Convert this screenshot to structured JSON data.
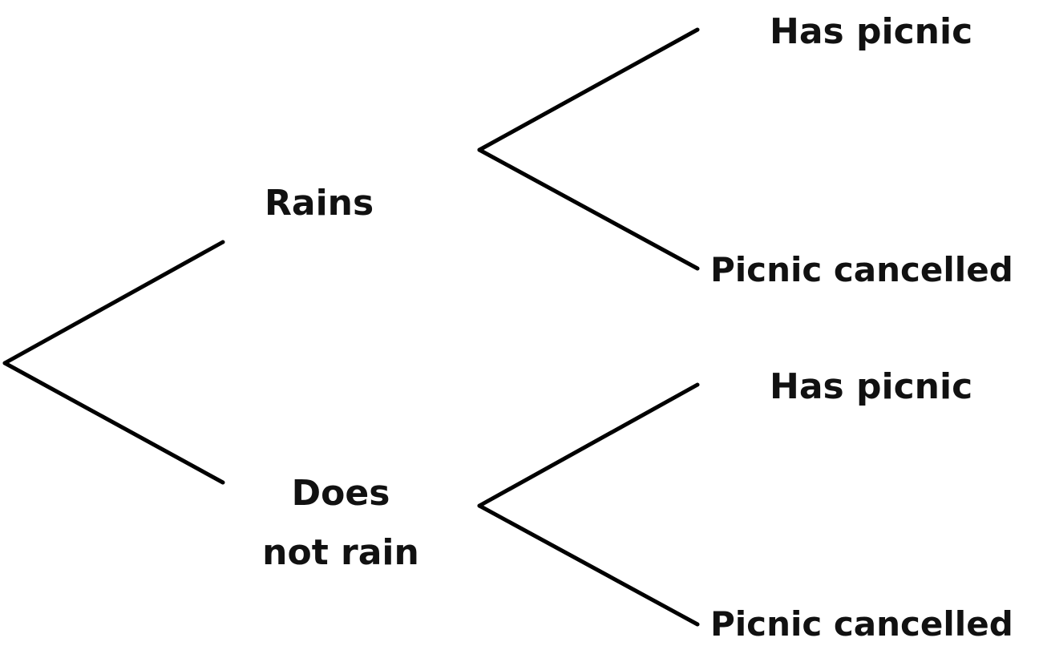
{
  "tree": {
    "level1": {
      "rains": "Rains",
      "does_not_rain_line1": "Does",
      "does_not_rain_line2": "not rain"
    },
    "level2": {
      "rains_has_picnic": "Has picnic",
      "rains_picnic_cancelled": "Picnic cancelled",
      "norain_has_picnic": "Has picnic",
      "norain_picnic_cancelled": "Picnic cancelled"
    }
  }
}
